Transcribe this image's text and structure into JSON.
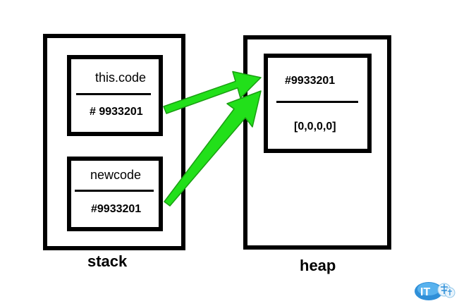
{
  "stack": {
    "label": "stack",
    "top_card": {
      "name": "this.code",
      "value": "# 9933201"
    },
    "bottom_card": {
      "name": "newcode",
      "value": "#9933201"
    }
  },
  "heap": {
    "label": "heap",
    "object": {
      "address": "#9933201",
      "value": "[0,0,0,0]"
    }
  },
  "colors": {
    "arrow": "#22e01a",
    "arrow_stroke": "#1a9e12",
    "outline": "#000000"
  },
  "watermark": {
    "text": "IT幫忙"
  }
}
